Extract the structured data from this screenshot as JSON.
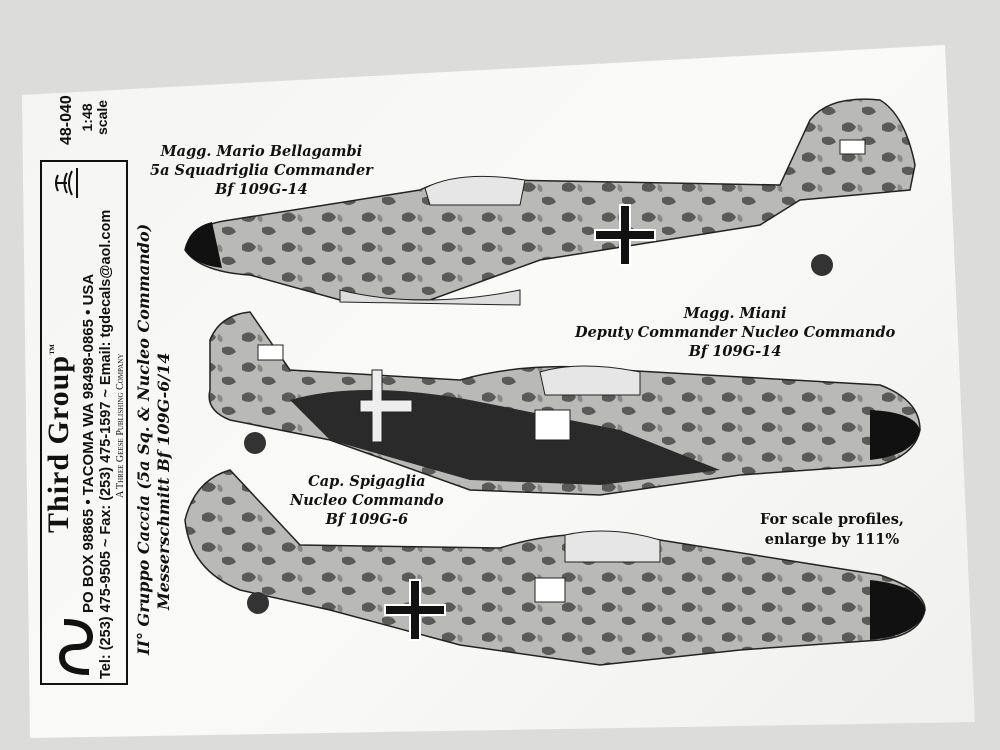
{
  "company": {
    "name": "Third Group",
    "trademark": "™",
    "address": "PO BOX 98865 • TACOMA  WA  98498-0865 • USA",
    "contact": "Tel: (253) 475-9505 ~ Fax: (253) 475-1597 ~ Email: tgdecals@aol.com",
    "publisher": "A Three Geese Publishing Company"
  },
  "product_code": "48-040",
  "scale": {
    "ratio": "1:48",
    "label": "scale"
  },
  "sheet_title": {
    "line1": "II° Gruppo Caccia (5a Sq. & Nucleo Commando)",
    "line2": "Messerschmitt Bf 109G-6/14"
  },
  "profiles": [
    {
      "pilot": "Magg. Mario Bellagambi",
      "role": "5a Squadriglia Commander",
      "type": "Bf 109G-14"
    },
    {
      "pilot": "Magg. Miani",
      "role": "Deputy Commander Nucleo Commando",
      "type": "Bf 109G-14"
    },
    {
      "pilot": "Cap. Spigaglia",
      "role": "Nucleo Commando",
      "type": "Bf 109G-6"
    }
  ],
  "scale_note": {
    "line1": "For scale profiles,",
    "line2": "enlarge by 111%"
  }
}
